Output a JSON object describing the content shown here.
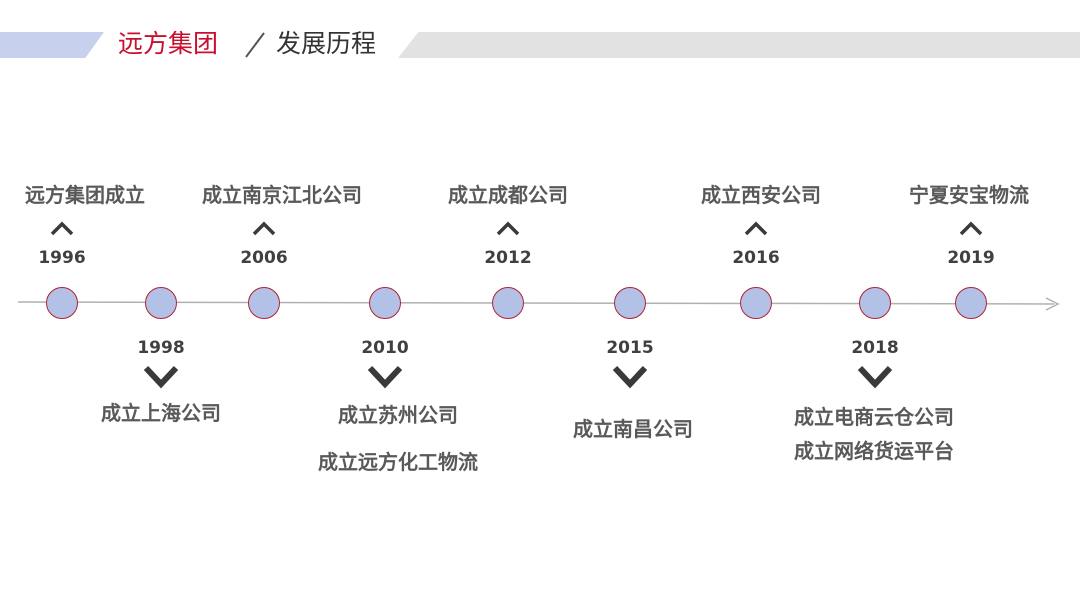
{
  "header": {
    "title": "远方集团",
    "subtitle": "发展历程",
    "accent_color": "#c8102e",
    "left_band_color": "#c7d0ec",
    "right_band_color": "#e2e2e2"
  },
  "timeline": {
    "node_fill": "#b3c1e6",
    "node_border": "#b22232",
    "events": [
      {
        "year": "1996",
        "side": "above",
        "lines": [
          "远方集团成立"
        ]
      },
      {
        "year": "1998",
        "side": "below",
        "lines": [
          "成立上海公司"
        ]
      },
      {
        "year": "2006",
        "side": "above",
        "lines": [
          "成立南京江北公司"
        ]
      },
      {
        "year": "2010",
        "side": "below",
        "lines": [
          "成立苏州公司",
          "成立远方化工物流"
        ]
      },
      {
        "year": "2012",
        "side": "above",
        "lines": [
          "成立成都公司"
        ]
      },
      {
        "year": "2015",
        "side": "below",
        "lines": [
          "成立南昌公司"
        ]
      },
      {
        "year": "2016",
        "side": "above",
        "lines": [
          "成立西安公司"
        ]
      },
      {
        "year": "2018",
        "side": "below",
        "lines": [
          "成立电商云仓公司",
          "成立网络货运平台"
        ]
      },
      {
        "year": "2019",
        "side": "above",
        "lines": [
          "宁夏安宝物流"
        ]
      }
    ]
  }
}
